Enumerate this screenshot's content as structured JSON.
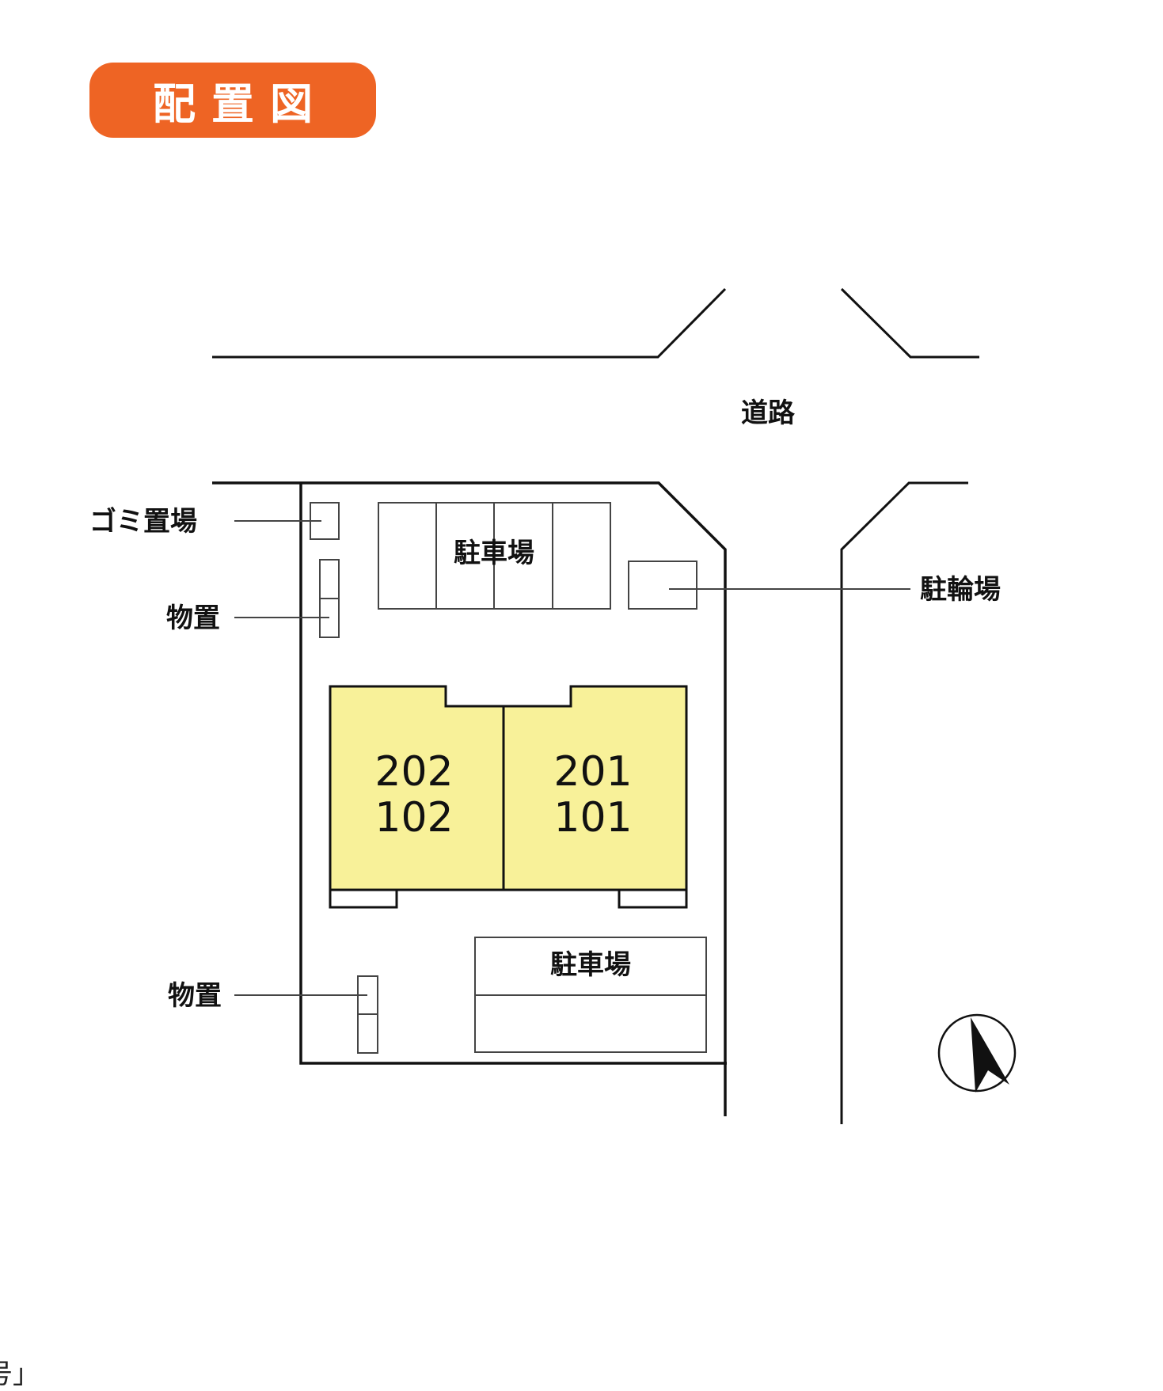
{
  "title": "配置図",
  "labels": {
    "road": "道路",
    "garbage": "ゴミ置場",
    "storage_top": "物置",
    "storage_bottom": "物置",
    "parking_top": "駐車場",
    "parking_bottom": "駐車場",
    "bicycle": "駐輪場"
  },
  "units": {
    "left_upper": "202",
    "left_lower": "102",
    "right_upper": "201",
    "right_lower": "101"
  },
  "footer_text": "号」",
  "colors": {
    "badge": "#ee6424",
    "building": "#f8f199",
    "line": "#111111"
  },
  "icons": {
    "north_arrow": "north-arrow-icon"
  }
}
